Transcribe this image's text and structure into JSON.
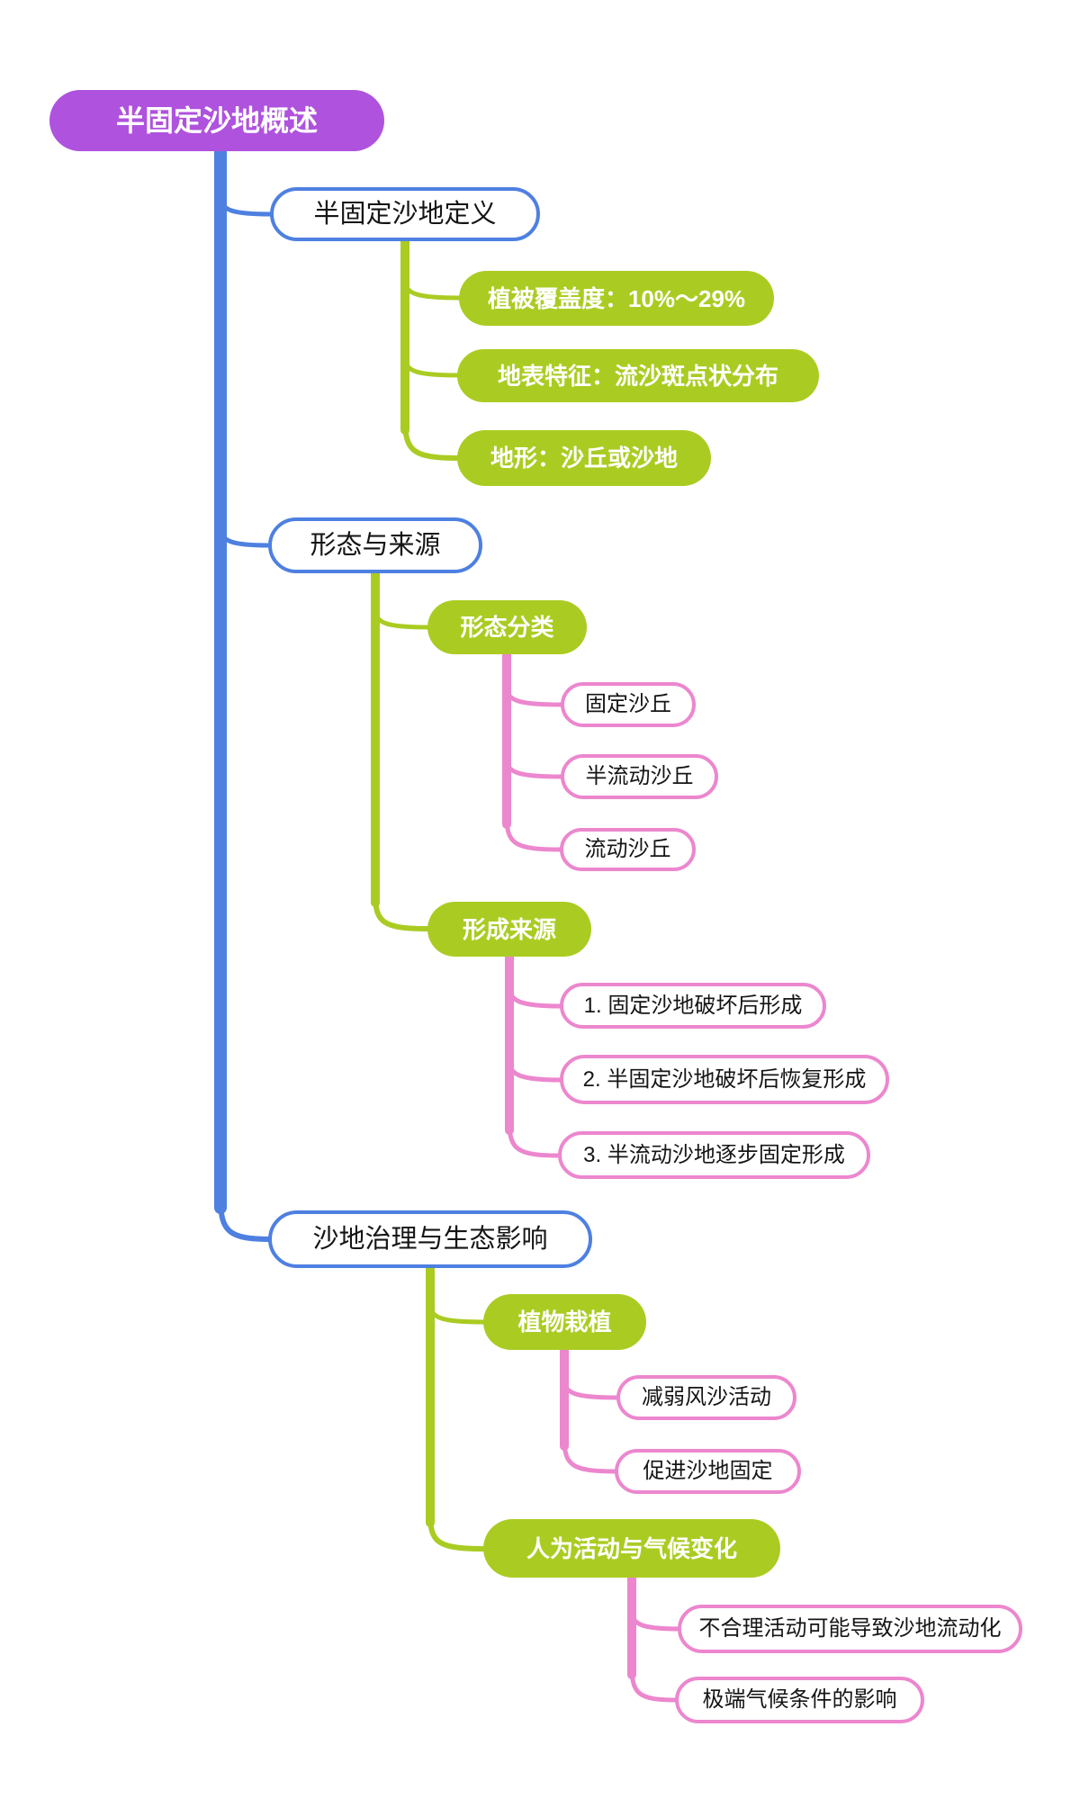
{
  "colors": {
    "background": "#ffffff",
    "purple": "#af52de",
    "blue": "#4e80e1",
    "green": "#aacc22",
    "pink": "#ec87ce"
  },
  "root": {
    "label": "半固定沙地概述"
  },
  "branches": [
    {
      "label": "半固定沙地定义",
      "children": [
        {
          "label": "植被覆盖度：10%～29%"
        },
        {
          "label": "地表特征：流沙斑点状分布"
        },
        {
          "label": "地形：沙丘或沙地"
        }
      ]
    },
    {
      "label": "形态与来源",
      "children": [
        {
          "label": "形态分类",
          "children": [
            {
              "label": "固定沙丘"
            },
            {
              "label": "半流动沙丘"
            },
            {
              "label": "流动沙丘"
            }
          ]
        },
        {
          "label": "形成来源",
          "children": [
            {
              "label": "1. 固定沙地破坏后形成"
            },
            {
              "label": "2. 半固定沙地破坏后恢复形成"
            },
            {
              "label": "3. 半流动沙地逐步固定形成"
            }
          ]
        }
      ]
    },
    {
      "label": "沙地治理与生态影响",
      "children": [
        {
          "label": "植物栽植",
          "children": [
            {
              "label": "减弱风沙活动"
            },
            {
              "label": "促进沙地固定"
            }
          ]
        },
        {
          "label": "人为活动与气候变化",
          "children": [
            {
              "label": "不合理活动可能导致沙地流动化"
            },
            {
              "label": "极端气候条件的影响"
            }
          ]
        }
      ]
    }
  ]
}
